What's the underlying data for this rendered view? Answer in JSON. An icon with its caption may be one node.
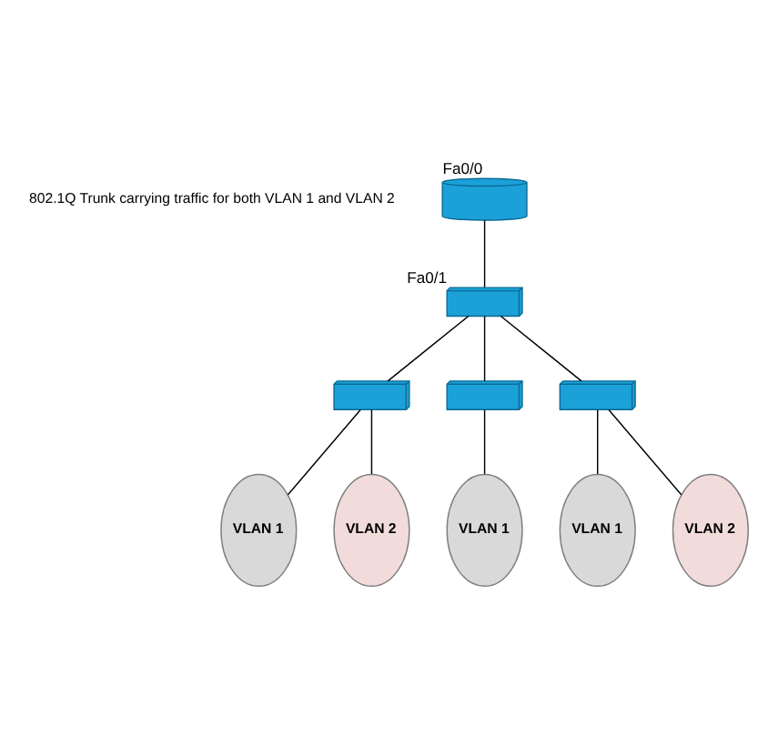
{
  "diagram": {
    "nodes": [
      {
        "text": [],
        "shape": "cylinder",
        "beside": [
          "Fa0/0"
        ]
      },
      {
        "text": [],
        "shape": "box",
        "beside": [
          "Fa0/1"
        ]
      },
      {
        "text": [],
        "shape": "box"
      },
      {
        "text": [],
        "shape": "box"
      },
      {
        "text": [],
        "shape": "box"
      },
      {
        "text": [
          "VLAN 1"
        ]
      },
      {
        "text": [
          "VLAN 2"
        ]
      },
      {
        "text": [
          "VLAN 1"
        ]
      },
      {
        "text": [
          "VLAN 1"
        ]
      },
      {
        "text": [
          "VLAN 2"
        ]
      }
    ],
    "edges": [
      {
        "from": 0,
        "to": 1,
        "arrow": "none"
      },
      {
        "from": 1,
        "to": 2,
        "arrow": "none"
      },
      {
        "from": 1,
        "to": 3,
        "arrow": "none"
      },
      {
        "from": 1,
        "to": 4,
        "arrow": "none"
      },
      {
        "from": 2,
        "to": 5,
        "arrow": "none"
      },
      {
        "from": 2,
        "to": 6,
        "arrow": "none"
      },
      {
        "from": 3,
        "to": 7,
        "arrow": "none"
      },
      {
        "from": 4,
        "to": 8,
        "arrow": "none"
      },
      {
        "from": 4,
        "to": 9,
        "arrow": "none"
      }
    ],
    "labels": [
      "802.1Q Trunk carrying traffic for both VLAN 1 and VLAN 2"
    ]
  }
}
